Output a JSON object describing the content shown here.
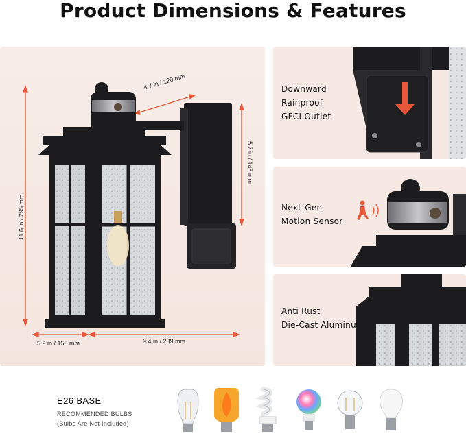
{
  "header": {
    "title": "Product Dimensions & Features"
  },
  "dimensions": {
    "depth_top": "4.7 in / 120 mm",
    "height_total": "11.6 in / 295 mm",
    "height_box": "5.7 in / 145 mm",
    "width_front": "5.9 in / 150 mm",
    "width_side": "9.4 in / 239 mm"
  },
  "features": [
    {
      "lines": [
        "Downward",
        "Rainproof",
        "GFCI Outlet"
      ]
    },
    {
      "lines": [
        "Next-Gen",
        "Motion Sensor"
      ]
    },
    {
      "lines": [
        "Anti Rust",
        "Die-Cast Aluminum"
      ]
    }
  ],
  "bulbs": {
    "base": "E26 BASE",
    "recommended": "RECOMMENDED BULBS",
    "note": "(Bulbs Are Not Included)"
  },
  "colors": {
    "accent": "#e8573a",
    "panel": "#f6e9e3",
    "lamp": "#1c1c1e"
  }
}
